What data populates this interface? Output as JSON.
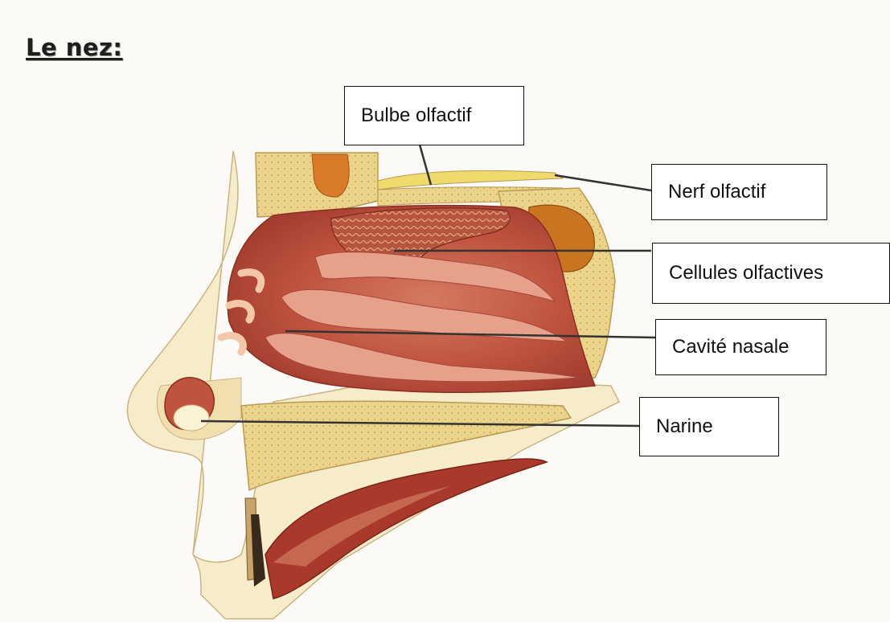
{
  "title": "Le nez:",
  "labels": {
    "bulbe": "Bulbe olfactif",
    "nerf": "Nerf olfactif",
    "cellules": "Cellules olfactives",
    "cavite": "Cavité nasale",
    "narine": "Narine"
  },
  "colors": {
    "background": "#fbfaf6",
    "skin": "#f7ecc9",
    "bone": "#ecd48a",
    "mucosa": "#c85a48",
    "mucosa_light": "#e7a18a",
    "line": "#333333"
  }
}
